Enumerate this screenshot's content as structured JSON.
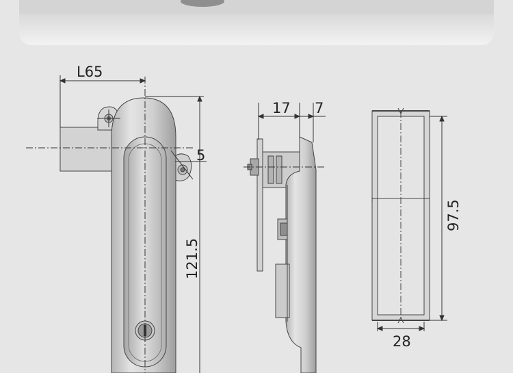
{
  "diagram": {
    "front_view": {
      "width_label": "L65",
      "height_label": "121.5",
      "small_label": "5"
    },
    "side_view": {
      "depth_label": "17",
      "plate_label": "7"
    },
    "back_view": {
      "height_label": "97.5",
      "width_label": "28"
    }
  },
  "colors": {
    "background": "#e6e6e6",
    "metal_light": "#d2d2d2",
    "metal_dark": "#a8a8a8",
    "line": "#444444"
  }
}
